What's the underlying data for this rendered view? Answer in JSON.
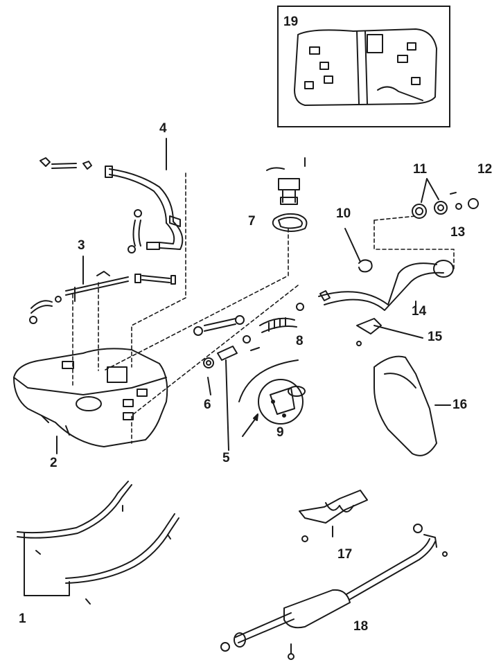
{
  "callouts": {
    "n1": "1",
    "n2": "2",
    "n3": "3",
    "n4": "4",
    "n5": "5",
    "n6": "6",
    "n7": "7",
    "n8": "8",
    "n9": "9",
    "n10": "10",
    "n11": "11",
    "n12": "12",
    "n13": "13",
    "n14": "14",
    "n15": "15",
    "n16": "16",
    "n17": "17",
    "n18": "18",
    "n19": "19"
  },
  "colors": {
    "ink": "#1a1a1a",
    "background": "#ffffff"
  }
}
